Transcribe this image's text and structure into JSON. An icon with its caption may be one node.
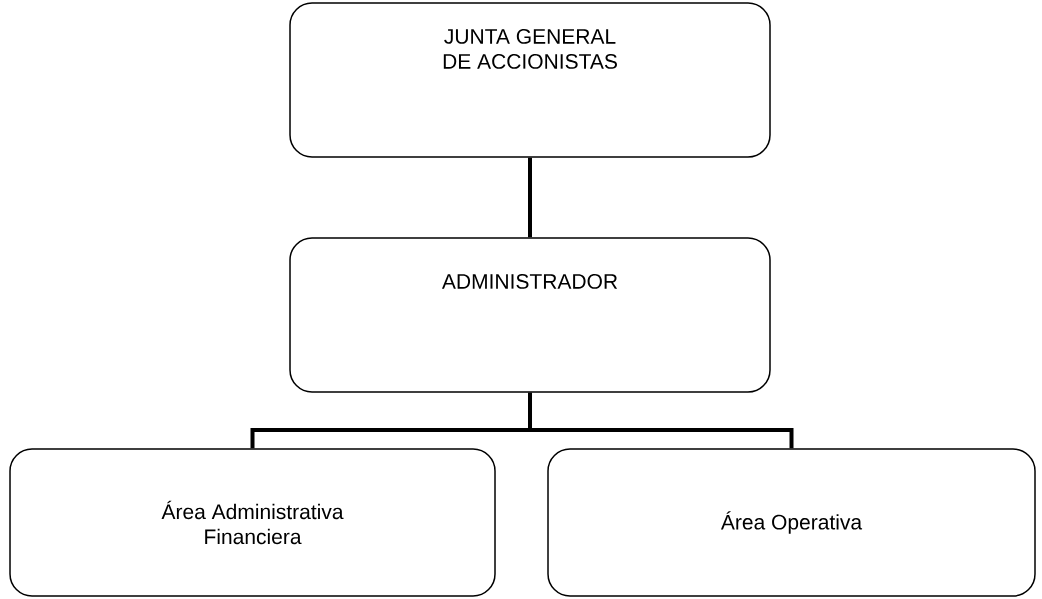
{
  "diagram": {
    "nodes": [
      {
        "text": [
          "JUNTA GENERAL DE ACCIONISTAS"
        ]
      },
      {
        "text": [
          "ADMINISTRADOR"
        ]
      },
      {
        "text": [
          "Área Administrativa Financiera"
        ]
      },
      {
        "text": [
          "Área Operativa"
        ]
      }
    ],
    "edges": [
      {
        "from": 0,
        "to": 1,
        "arrow": "none"
      },
      {
        "from": 1,
        "to": 2,
        "arrow": "none"
      },
      {
        "from": 1,
        "to": 3,
        "arrow": "none"
      }
    ]
  }
}
